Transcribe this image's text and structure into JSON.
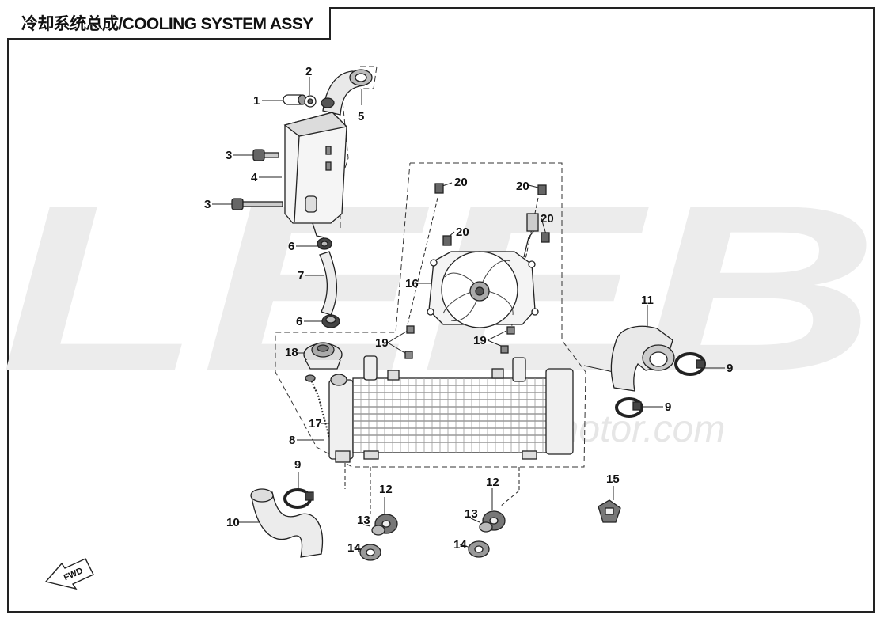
{
  "header": {
    "title": "冷却系统总成/COOLING SYSTEM ASSY"
  },
  "watermark": {
    "logo_text": "LEEB",
    "url": "www.leeb-motor.com"
  },
  "direction_marker": {
    "label": "FWD"
  },
  "callouts": {
    "c1": "1",
    "c2": "2",
    "c3a": "3",
    "c3b": "3",
    "c4": "4",
    "c5": "5",
    "c6a": "6",
    "c6b": "6",
    "c7": "7",
    "c8": "8",
    "c9a": "9",
    "c9b": "9",
    "c9c": "9",
    "c10": "10",
    "c11": "11",
    "c12a": "12",
    "c12b": "12",
    "c13a": "13",
    "c13b": "13",
    "c14a": "14",
    "c14b": "14",
    "c15": "15",
    "c16": "16",
    "c17": "17",
    "c18": "18",
    "c19a": "19",
    "c19b": "19",
    "c20a": "20",
    "c20b": "20",
    "c20c": "20",
    "c20d": "20"
  },
  "colors": {
    "line": "#222222",
    "watermark": "#ececec",
    "frame": "#222222"
  }
}
